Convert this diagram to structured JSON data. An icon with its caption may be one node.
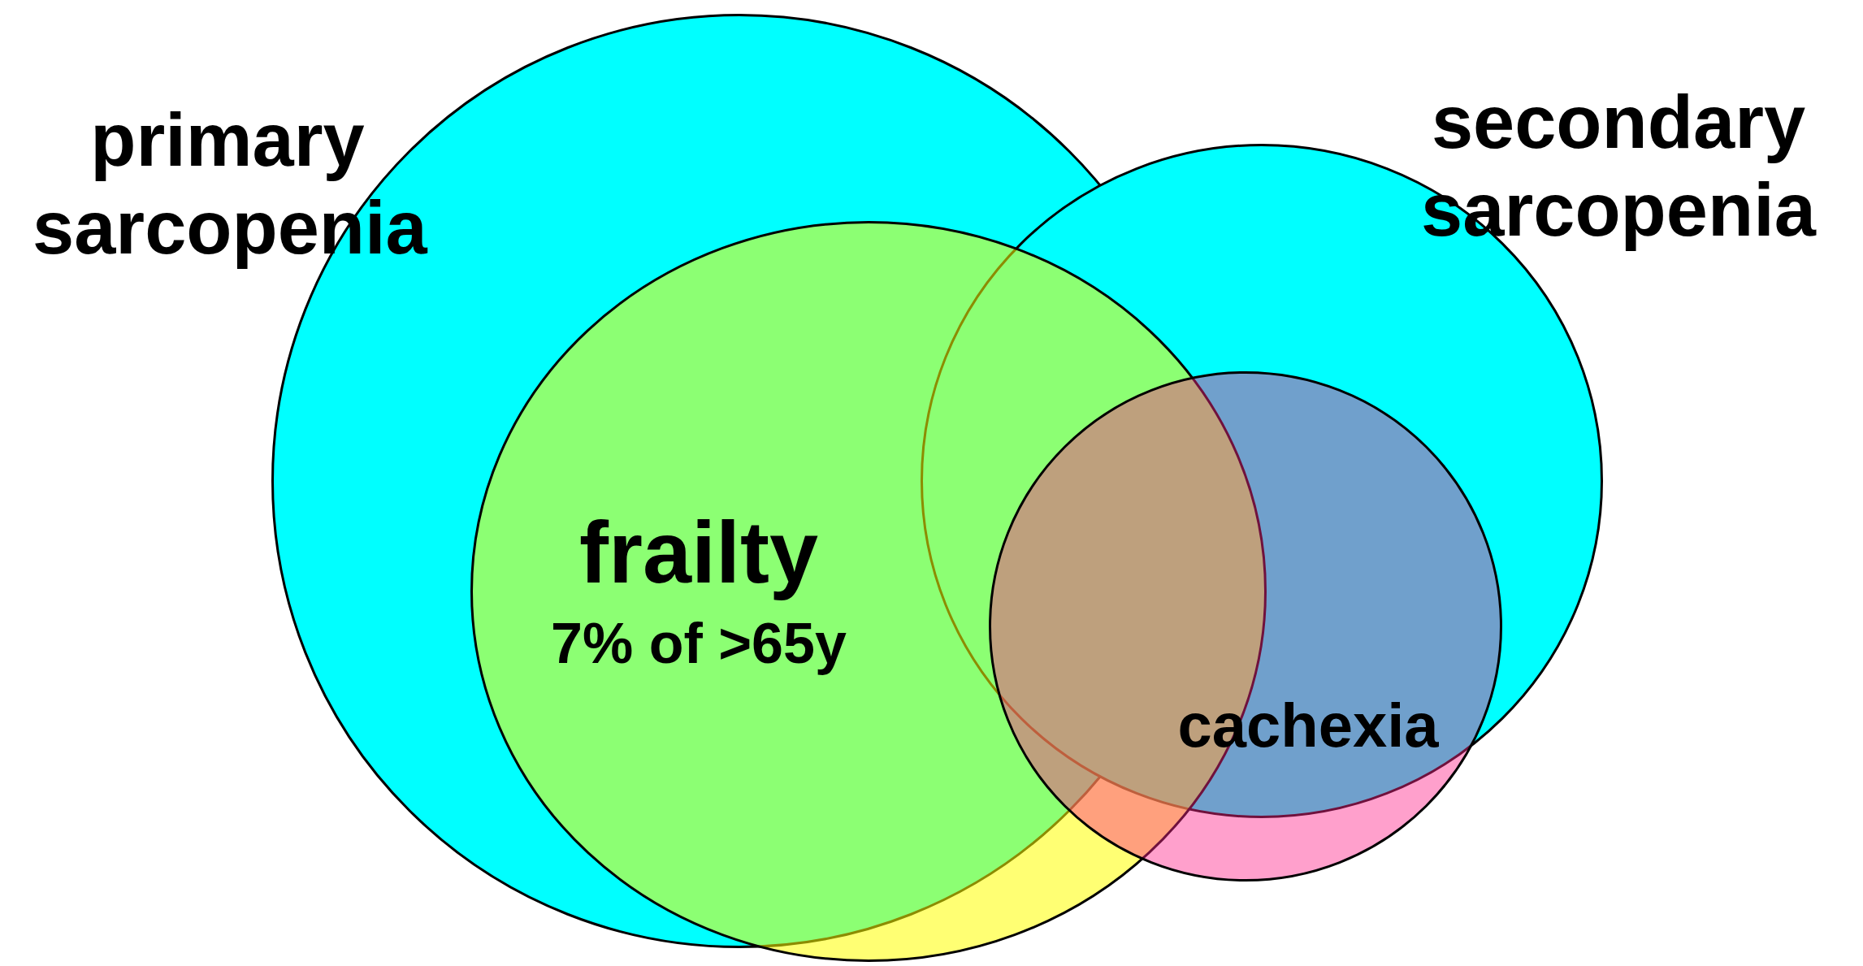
{
  "diagram": {
    "nodes": [
      {
        "text": [
          "primary sarcopenia"
        ]
      },
      {
        "text": [
          "secondary sarcopenia"
        ]
      },
      {
        "text": [
          "frailty",
          "7% of >65y"
        ]
      },
      {
        "text": [
          "cachexia"
        ]
      }
    ]
  }
}
